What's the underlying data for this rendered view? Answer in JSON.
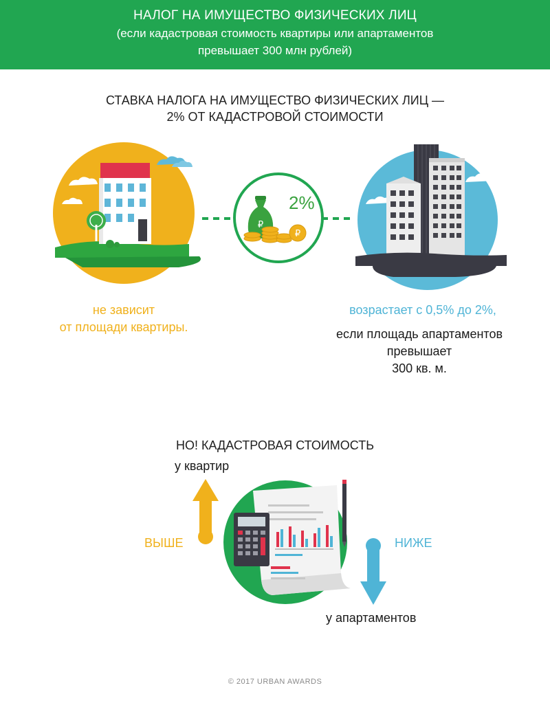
{
  "header": {
    "title": "НАЛОГ НА ИМУЩЕСТВО ФИЗИЧЕСКИХ ЛИЦ",
    "subtitle_line1": "(если кадастровая стоимость квартиры или апартаментов",
    "subtitle_line2": "превышает 300 млн рублей)"
  },
  "rate_section": {
    "title_line1": "СТАВКА НАЛОГА НА ИМУЩЕСТВО ФИЗИЧЕСКИХ ЛИЦ —",
    "title_line2": "2% ОТ КАДАСТРОВОЙ СТОИМОСТИ",
    "rate_badge": "2%",
    "apartment_caption_line1": "не зависит",
    "apartment_caption_line2": "от площади квартиры.",
    "commercial_caption_highlight": "возрастает с 0,5% до 2%,",
    "commercial_caption_line1": "если площадь апартаментов",
    "commercial_caption_line2": "превышает",
    "commercial_caption_line3": "300 кв. м."
  },
  "cadastral_section": {
    "title": "НО! КАДАСТРОВАЯ СТОИМОСТЬ",
    "up_label": "у квартир",
    "higher_label": "ВЫШЕ",
    "lower_label": "НИЖЕ",
    "down_label": "у апартаментов"
  },
  "colors": {
    "green": "#21a651",
    "yellow": "#f0b11c",
    "blue": "#4fb4d6",
    "dark": "#2d2d3a"
  },
  "icons": [
    "house-icon",
    "money-bag-icon",
    "skyscraper-icon",
    "calculator-icon",
    "document-chart-icon",
    "pencil-icon",
    "arrow-up-icon",
    "arrow-down-icon"
  ],
  "footer": {
    "copyright": "© 2017 URBAN AWARDS"
  }
}
